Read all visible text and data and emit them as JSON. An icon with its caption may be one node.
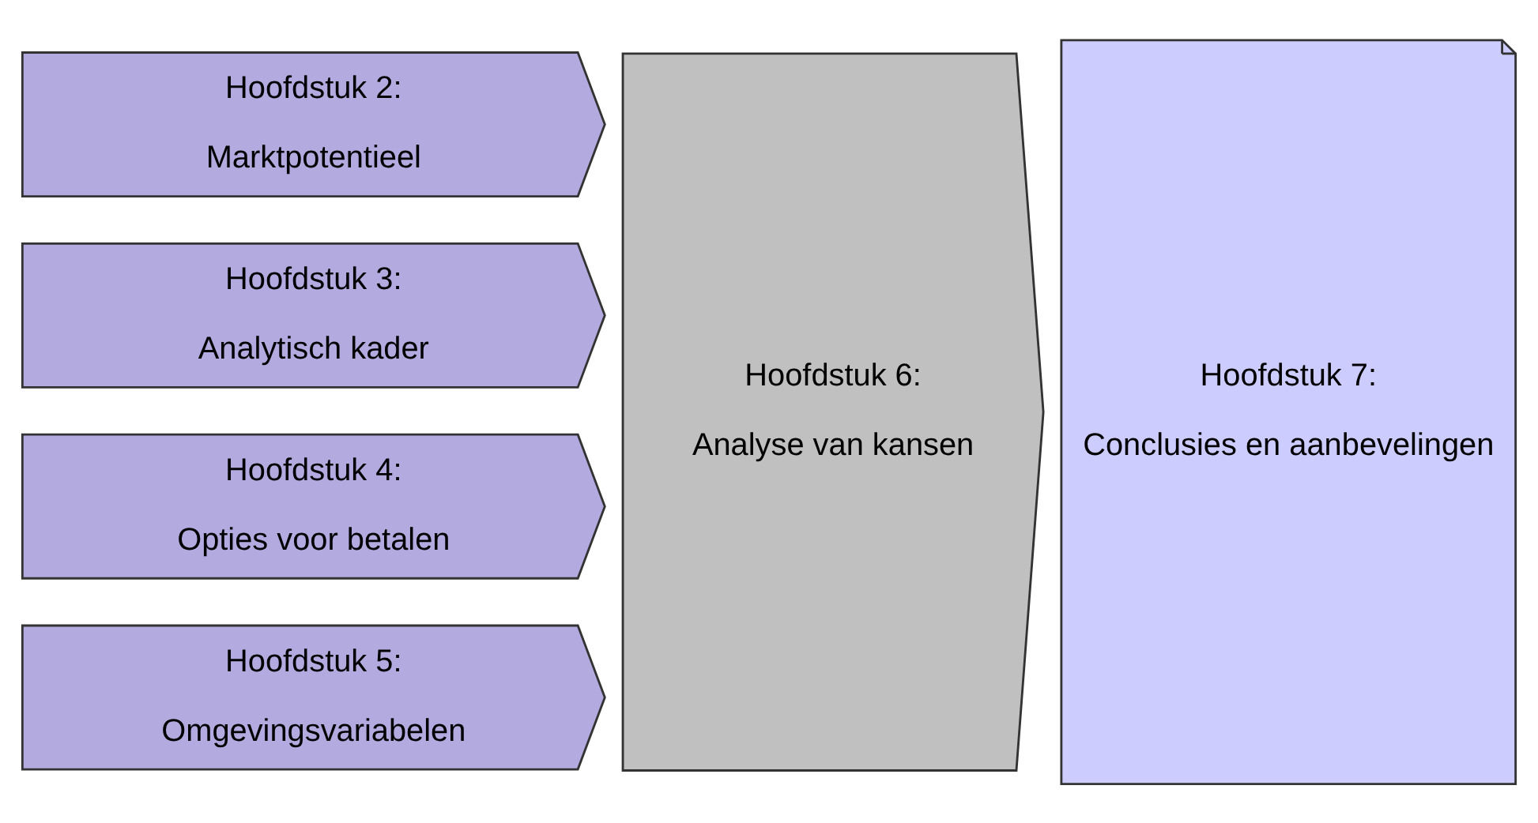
{
  "diagram": {
    "nodes": [
      {
        "text": [
          "Hoofdstuk 2:",
          "Marktpotentieel"
        ]
      },
      {
        "text": [
          "Hoofdstuk 3:",
          "Analytisch kader"
        ]
      },
      {
        "text": [
          "Hoofdstuk 4:",
          "Opties voor betalen"
        ]
      },
      {
        "text": [
          "Hoofdstuk 5:",
          "Omgevingsvariabelen"
        ]
      },
      {
        "text": [
          "Hoofdstuk 6:",
          "Analyse van kansen"
        ]
      },
      {
        "text": [
          "Hoofdstuk 7:",
          "Conclusies en aanbevelingen"
        ]
      }
    ]
  }
}
